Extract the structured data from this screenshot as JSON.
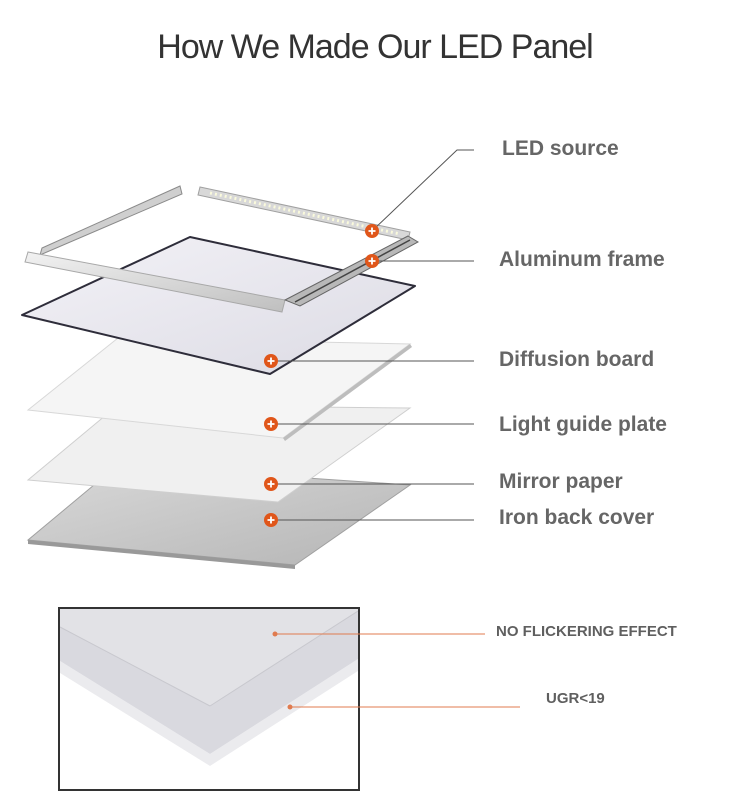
{
  "title": "How We Made Our LED Panel",
  "layers": [
    {
      "label": "LED source",
      "marker": "plus-marker"
    },
    {
      "label": "Aluminum frame",
      "marker": "plus-marker"
    },
    {
      "label": "Diffusion board",
      "marker": "plus-marker"
    },
    {
      "label": "Light guide plate",
      "marker": "plus-marker"
    },
    {
      "label": "Mirror paper",
      "marker": "plus-marker"
    },
    {
      "label": "Iron back cover",
      "marker": "plus-marker"
    }
  ],
  "features": [
    {
      "label": "NO FLICKERING EFFECT"
    },
    {
      "label": "UGR<19"
    }
  ],
  "colors": {
    "marker": "#e0561a",
    "callout_line": "#555555",
    "feature_line": "#e07b4f",
    "label_text": "#666666"
  }
}
